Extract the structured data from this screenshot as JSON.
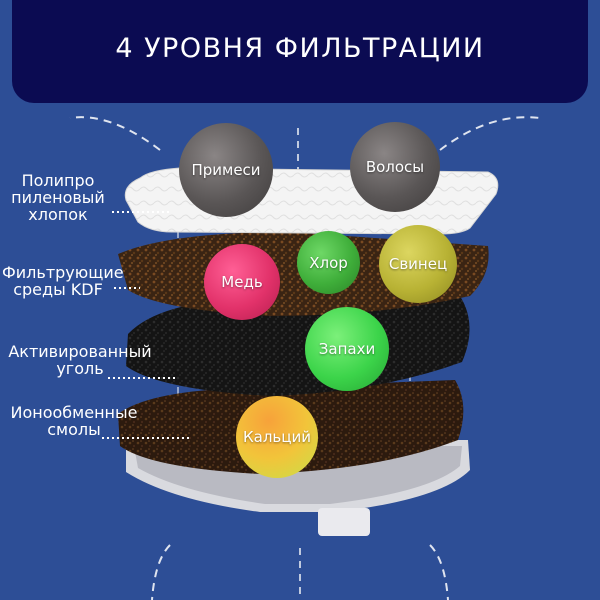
{
  "header": {
    "title": "4 УРОВНЯ ФИЛЬТРАЦИИ"
  },
  "layers": {
    "cotton": {
      "label_lines": [
        "Полипро",
        "пиленовый",
        "хлопок"
      ]
    },
    "kdf": {
      "label_lines": [
        "Фильтрующие",
        "среды KDF"
      ]
    },
    "carbon": {
      "label_lines": [
        "Активированный",
        "уголь"
      ]
    },
    "resin": {
      "label_lines": [
        "Ионообменные",
        "смолы"
      ]
    }
  },
  "contaminants": {
    "impurities": "Примеси",
    "hair": "Волосы",
    "copper": "Медь",
    "chlorine": "Хлор",
    "lead": "Свинец",
    "odors": "Запахи",
    "calcium": "Кальций"
  },
  "colors": {
    "background": "#2d4e96",
    "banner": "#0b0b52",
    "impurities": "#5a5656",
    "hair": "#5a5656",
    "copper": "#e2326a",
    "chlorine": "#3fae3a",
    "lead": "#b8b234",
    "odors": "#3cd44a",
    "calcium": "#f2b43a"
  }
}
